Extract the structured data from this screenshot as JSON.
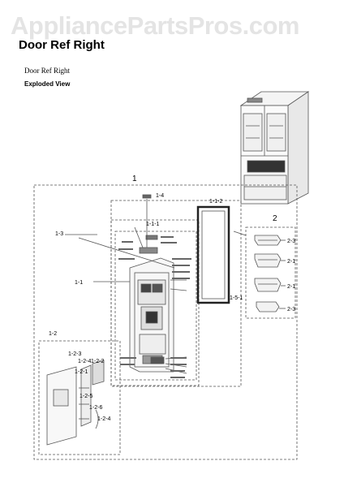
{
  "watermark": "AppliancePartsPros.com",
  "page_title": "Door Ref Right",
  "subtitle": "Door Ref Right",
  "section_label": "Exploded View",
  "callouts": {
    "c_1": "1",
    "c_2": "2",
    "c_1_1": "1-1",
    "c_1_2": "1-2",
    "c_1_3": "1-3",
    "c_1_4": "1-4",
    "c_1_1_1": "1-1-1",
    "c_1_1_2": "1-1-2",
    "c_1_5_1": "1-5-1",
    "c_2_1a": "2-1",
    "c_2_1b": "2-1",
    "c_2_3a": "2-3",
    "c_2_3b": "2-3",
    "c_1_2_1": "1-2-1",
    "c_1_2_2": "1-2-2",
    "c_1_2_3": "1-2-3",
    "c_1_2_4a": "1-2-4",
    "c_1_2_4b": "1-2-4",
    "c_1_2_5": "1-2-5",
    "c_1_2_6": "1-2-6"
  }
}
